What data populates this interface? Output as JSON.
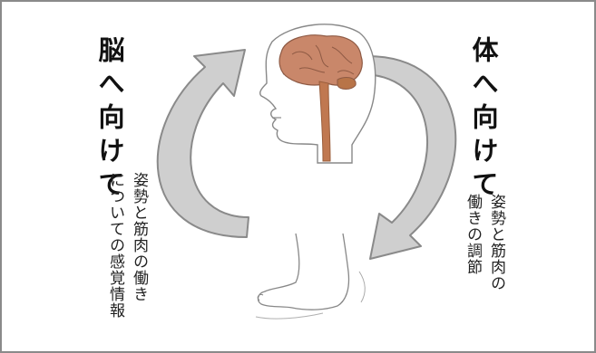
{
  "left_label": {
    "title": "脳へ向けて",
    "desc_line1": "姿勢と筋肉の働き",
    "desc_line2": "についての感覚情報"
  },
  "right_label": {
    "title": "体へ向けて",
    "desc_line1": "姿勢と筋肉の",
    "desc_line2": "働きの調節"
  },
  "colors": {
    "brain": "#c9876a",
    "spinal_cord": "#c07850",
    "arrow_fill": "#cfcfcf",
    "arrow_stroke": "#8a8a8a",
    "frame": "#8a8a8a"
  }
}
